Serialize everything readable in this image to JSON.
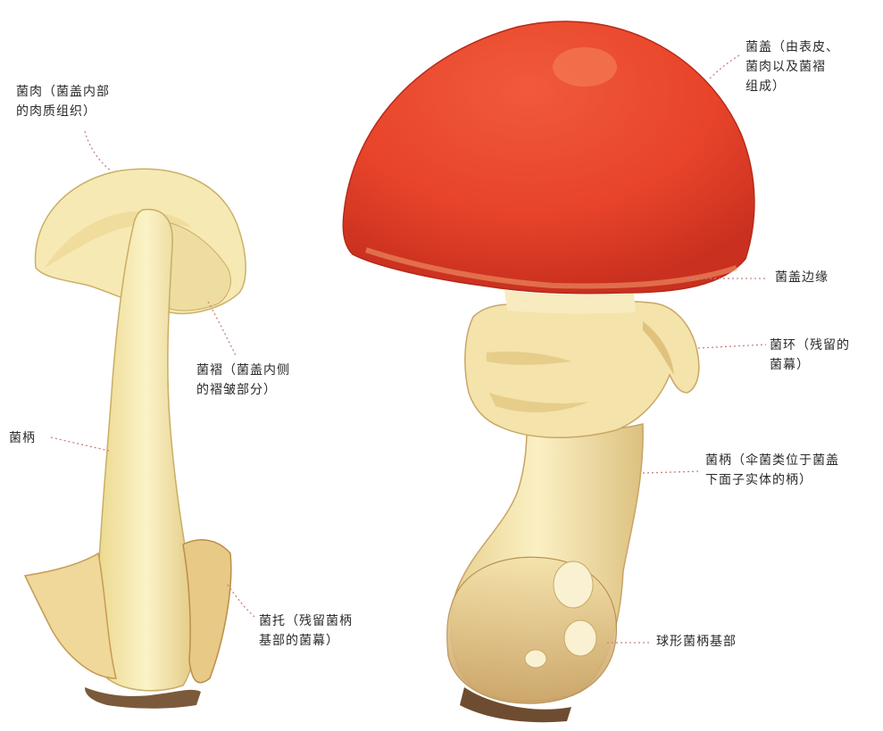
{
  "labels": {
    "flesh": "菌肉（菌盖内部\n的肉质组织）",
    "gills": "菌褶（菌盖内侧\n的褶皱部分）",
    "stipe_left": "菌柄",
    "volva": "菌托（残留菌柄\n基部的菌幕）",
    "cap": "菌盖（由表皮、\n菌肉以及菌褶\n组成）",
    "cap_margin": "菌盖边缘",
    "ring": "菌环（残留的\n菌幕）",
    "stipe_right": "菌柄（伞菌类位于菌盖\n下面子实体的柄）",
    "bulb": "球形菌柄基部"
  },
  "colors": {
    "cap_red": "#e8442a",
    "cap_red_dark": "#c9301f",
    "stem_cream": "#f5e6ad",
    "stem_shadow": "#d9bf7a",
    "leader": "#c98080"
  }
}
